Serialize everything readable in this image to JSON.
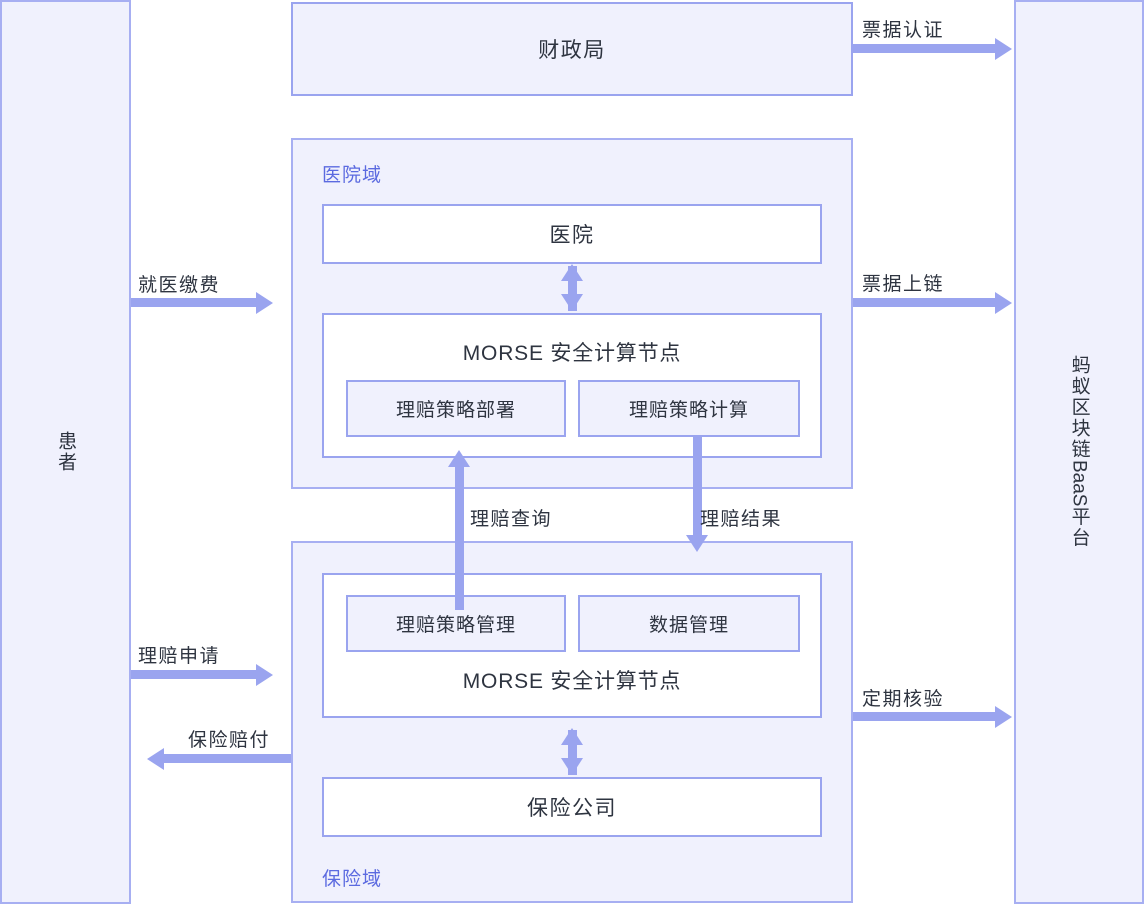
{
  "colors": {
    "accent": "#9aa4ef",
    "domain_border": "#a7aff2",
    "fill_lavender": "#f0f1fd",
    "fill_white": "#ffffff",
    "text": "#2e3440",
    "domain_label": "#5b6ae0"
  },
  "actors": {
    "patient": "患者",
    "blockchain": "蚂蚁区块链 BaaS 平台",
    "blockchain_parts": {
      "cn_top": "蚂蚁区块链",
      "latin": "BaaS",
      "cn_bottom": "平台"
    }
  },
  "nodes": {
    "finance_bureau": "财政局",
    "hospital": "医院",
    "insurance_company": "保险公司",
    "morse_hospital": "MORSE 安全计算节点",
    "morse_insurance": "MORSE 安全计算节点"
  },
  "domains": {
    "hospital_domain": "医院域",
    "insurance_domain": "保险域"
  },
  "modules": {
    "policy_deploy": "理赔策略部署",
    "policy_compute": "理赔策略计算",
    "policy_manage": "理赔策略管理",
    "data_manage": "数据管理"
  },
  "edges": {
    "invoice_auth": "票据认证",
    "medical_payment": "就医缴费",
    "invoice_on_chain": "票据上链",
    "claim_query": "理赔查询",
    "claim_result": "理赔结果",
    "claim_application": "理赔申请",
    "insurance_payout": "保险赔付",
    "periodic_verification": "定期核验"
  }
}
